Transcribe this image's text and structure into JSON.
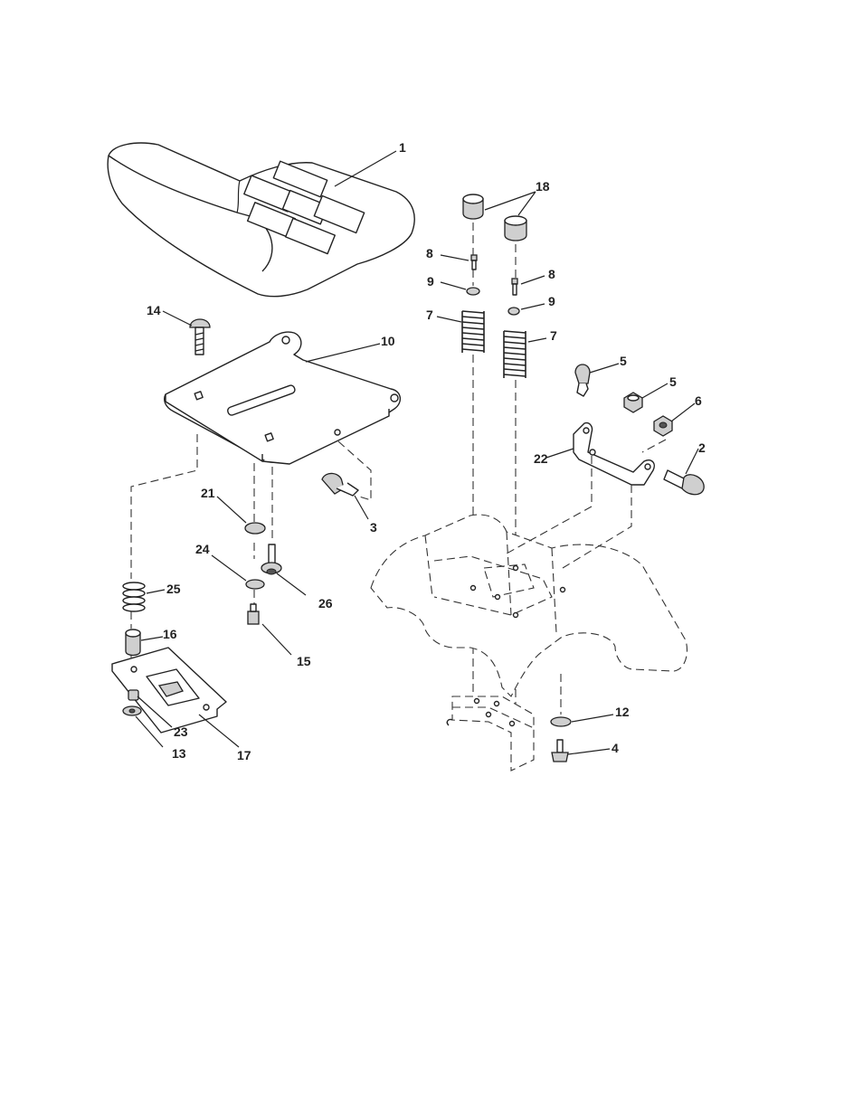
{
  "callouts": [
    {
      "id": "1",
      "text": "1"
    },
    {
      "id": "18",
      "text": "18"
    },
    {
      "id": "8a",
      "text": "8"
    },
    {
      "id": "8b",
      "text": "8"
    },
    {
      "id": "9a",
      "text": "9"
    },
    {
      "id": "9b",
      "text": "9"
    },
    {
      "id": "7a",
      "text": "7"
    },
    {
      "id": "7b",
      "text": "7"
    },
    {
      "id": "14",
      "text": "14"
    },
    {
      "id": "10",
      "text": "10"
    },
    {
      "id": "5a",
      "text": "5"
    },
    {
      "id": "5b",
      "text": "5"
    },
    {
      "id": "6",
      "text": "6"
    },
    {
      "id": "22",
      "text": "22"
    },
    {
      "id": "2",
      "text": "2"
    },
    {
      "id": "21",
      "text": "21"
    },
    {
      "id": "24",
      "text": "24"
    },
    {
      "id": "26",
      "text": "26"
    },
    {
      "id": "25",
      "text": "25"
    },
    {
      "id": "16",
      "text": "16"
    },
    {
      "id": "15",
      "text": "15"
    },
    {
      "id": "23",
      "text": "23"
    },
    {
      "id": "13",
      "text": "13"
    },
    {
      "id": "17",
      "text": "17"
    },
    {
      "id": "12",
      "text": "12"
    },
    {
      "id": "4",
      "text": "4"
    },
    {
      "id": "3",
      "text": "3"
    }
  ],
  "colors": {
    "line": "#222222",
    "background": "#ffffff",
    "hardware": "#cfcfcf"
  }
}
